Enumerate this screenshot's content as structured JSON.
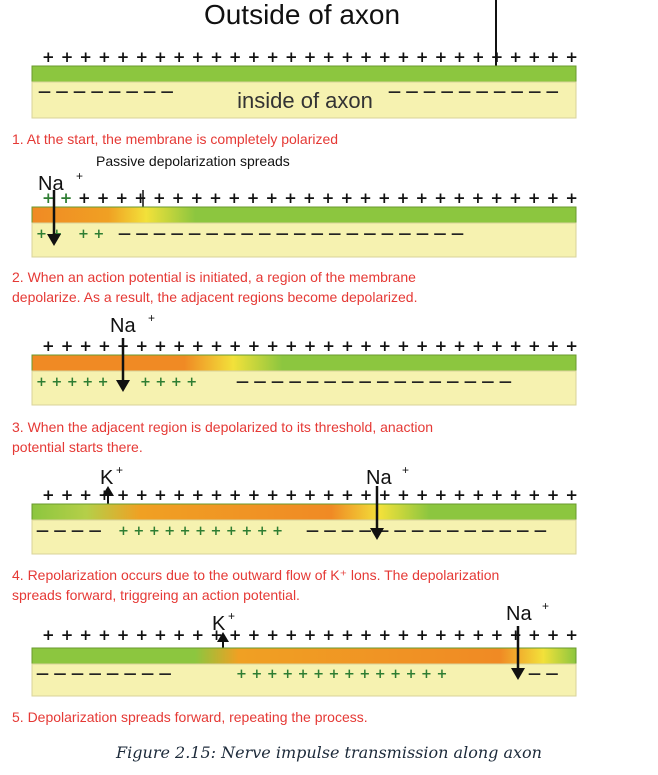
{
  "texts": {
    "outside": "Outside of axon",
    "inside": "inside of axon",
    "passive": "Passive depolarization spreads",
    "na": "Na",
    "k": "K",
    "plus": "+"
  },
  "steps": [
    {
      "line1": "1. At the start, the membrane is completely polarized",
      "line2": ""
    },
    {
      "line1": "2. When an action potential is initiated, a region of the membrane",
      "line2": "depolarize. As a result, the adjacent regions  become depolarized."
    },
    {
      "line1": "3. When the adjacent region is depolarized to its threshold, anaction",
      "line2": "potential starts there."
    },
    {
      "line1": "4. Repolarization occurs due to the outward flow of K⁺ lons. The depolarization",
      "line2": "spreads forward, triggreing an action potential."
    },
    {
      "line1": "5. Depolarization spreads forward, repeating the process.",
      "line2": ""
    }
  ],
  "caption": "Figure 2.15: Nerve impulse transmission along axon",
  "colors": {
    "membrane_green": "#8cc63f",
    "axoplasm": "#f6f2b0",
    "depolarized_orange": "#f08a24",
    "gradient_yellow": "#f2e13a",
    "text_red": "#e53935",
    "sign_black": "#111111",
    "sign_green": "#2e7d32",
    "caption": "#1c2a3a"
  }
}
